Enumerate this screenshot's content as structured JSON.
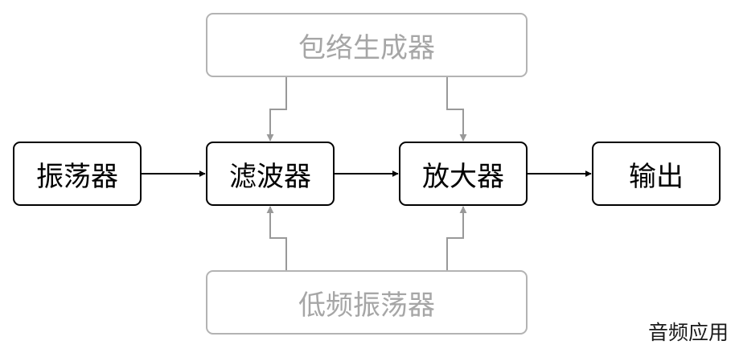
{
  "diagram": {
    "nodes": {
      "oscillator": "振荡器",
      "filter": "滤波器",
      "amplifier": "放大器",
      "output": "输出",
      "envelope_generator": "包络生成器",
      "lfo": "低频振荡器"
    },
    "edges": [
      {
        "from": "oscillator",
        "to": "filter"
      },
      {
        "from": "filter",
        "to": "amplifier"
      },
      {
        "from": "amplifier",
        "to": "output"
      },
      {
        "from": "envelope_generator",
        "to": "filter"
      },
      {
        "from": "envelope_generator",
        "to": "amplifier"
      },
      {
        "from": "lfo",
        "to": "filter"
      },
      {
        "from": "lfo",
        "to": "amplifier"
      }
    ],
    "colors": {
      "main": "#000000",
      "auxiliary": "#b3b3b3"
    }
  },
  "caption": "音频应用"
}
